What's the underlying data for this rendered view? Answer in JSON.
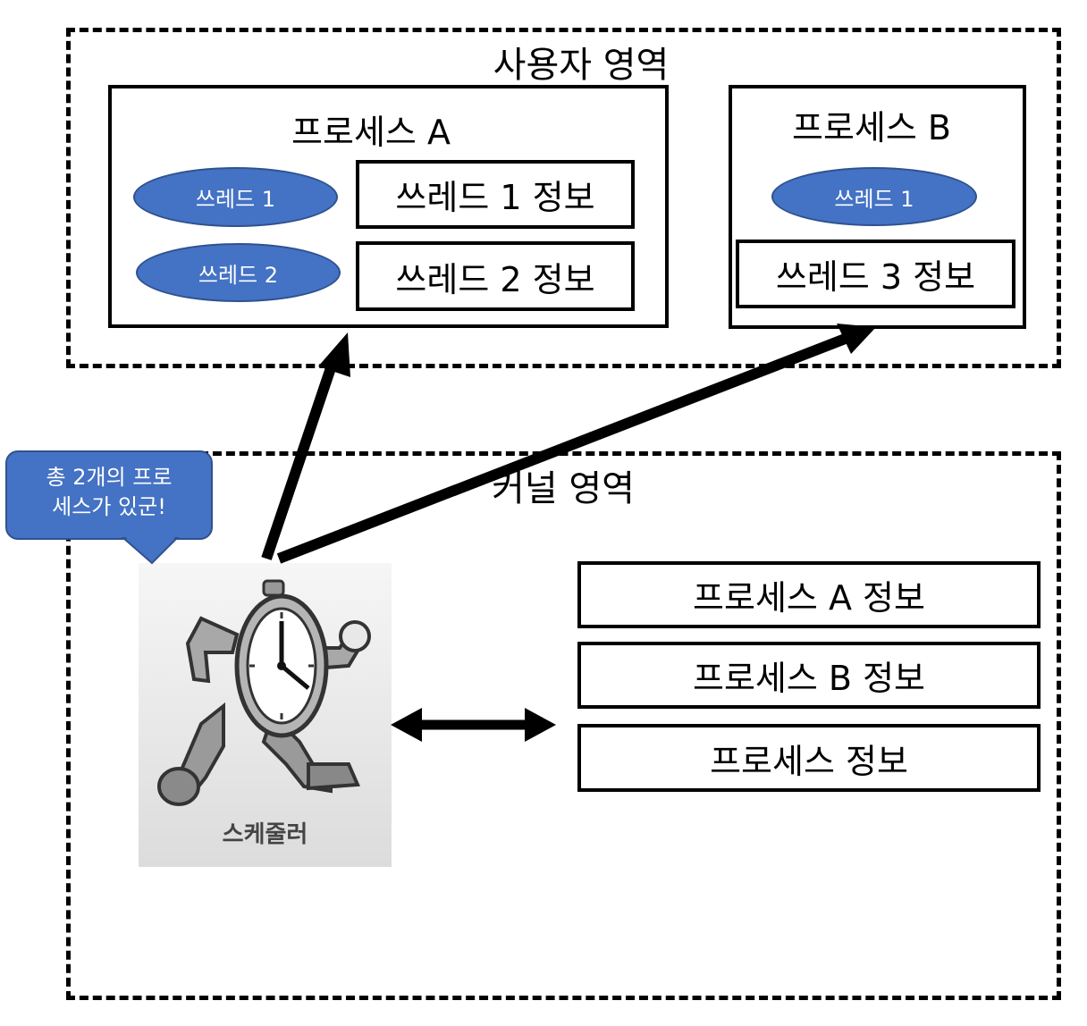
{
  "user_area": {
    "title": "사용자 영역",
    "process_a": {
      "title": "프로세스 A",
      "threads": [
        {
          "label": "쓰레드 1",
          "info": "쓰레드 1 정보"
        },
        {
          "label": "쓰레드 2",
          "info": "쓰레드 2 정보"
        }
      ]
    },
    "process_b": {
      "title": "프로세스 B",
      "threads": [
        {
          "label": "쓰레드 1",
          "info": "쓰레드 3 정보"
        }
      ]
    }
  },
  "kernel_area": {
    "title": "커널 영역",
    "process_info": [
      "프로세스 A 정보",
      "프로세스 B 정보",
      "프로세스 정보"
    ]
  },
  "scheduler": {
    "label": "스케줄러",
    "speech": [
      "총 2개의 프로",
      "세스가 있군!"
    ]
  },
  "colors": {
    "thread_fill": "#4472c4",
    "bubble_fill": "#4472c4",
    "border": "#000000"
  }
}
